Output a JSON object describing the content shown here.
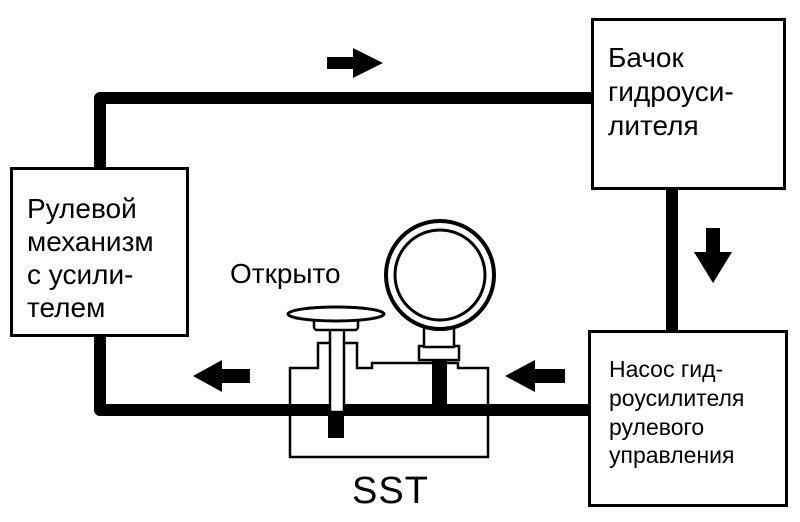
{
  "diagram": {
    "reservoir_label": "Бачок\nгидроуси-\nлителя",
    "gear_label": "Рулевой\nмеханизм\nс усили-\nтелем",
    "pump_label": "Насос гид-\nроусилителя\nрулевого\nуправления",
    "valve_state_label": "Открыто",
    "tool_label": "SST"
  },
  "colors": {
    "line": "#000000",
    "background": "#ffffff"
  }
}
